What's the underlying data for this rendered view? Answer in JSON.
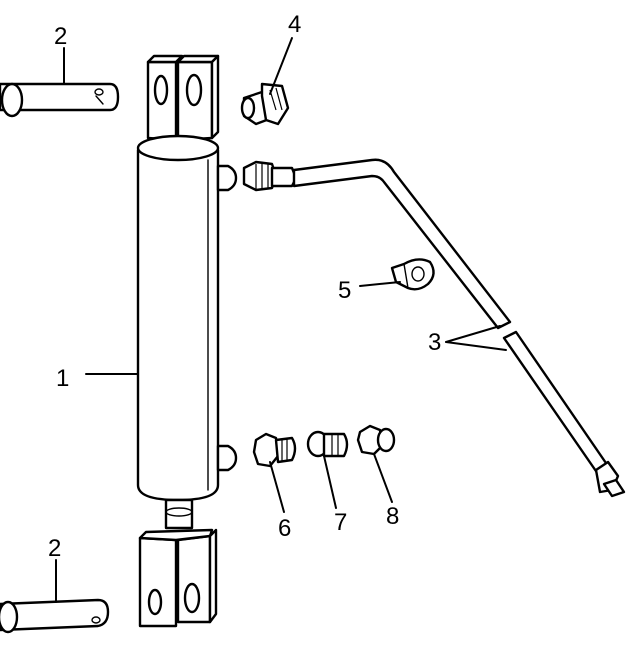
{
  "callouts": {
    "c1": "1",
    "c2_top": "2",
    "c2_bottom": "2",
    "c3": "3",
    "c4": "4",
    "c5": "5",
    "c6": "6",
    "c7": "7",
    "c8": "8"
  },
  "colors": {
    "ink": "#000000",
    "paper": "#ffffff"
  }
}
